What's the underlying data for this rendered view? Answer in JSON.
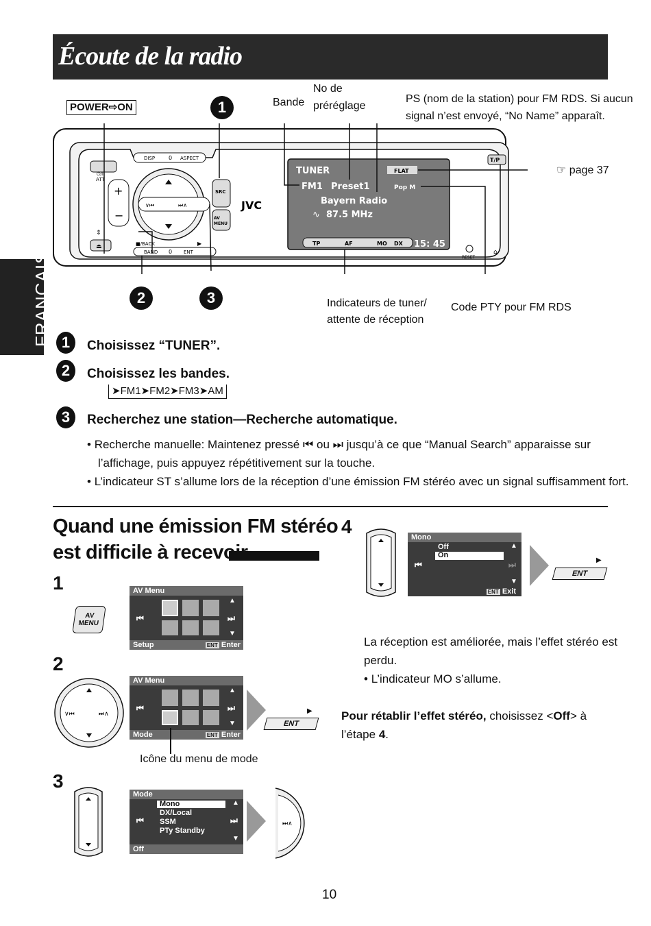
{
  "title": "Écoute de la radio",
  "side_tab": "FRANÇAIS",
  "diagram": {
    "power_label": "POWER⇨ON",
    "bande": "Bande",
    "preset_no_line1": "No de",
    "preset_no_line2": "préréglage",
    "ps_line1": "PS (nom de la station) pour FM RDS. Si aucun",
    "ps_line2": "signal n’est envoyé, “No Name” apparaît.",
    "page_ref": "☞ page 37",
    "indicators_line1": "Indicateurs de tuner/",
    "indicators_line2": "attente de réception",
    "pty_code": "Code PTY pour FM RDS",
    "callout1": "1",
    "callout2": "2",
    "callout3": "3",
    "unit": {
      "disp": "DISP",
      "aspect": "ASPECT",
      "src": "SRC",
      "av_menu": "AV MENU",
      "brand": "JVC",
      "back": "■/BACK",
      "band": "BAND",
      "ent": "ENT",
      "tp_key": "T/P",
      "reset": "RESET",
      "att": "ATT",
      "screen": {
        "tuner": "TUNER",
        "flat": "FLAT",
        "band": "FM1",
        "preset": "Preset1",
        "pty": "Pop M",
        "station": "Bayern Radio",
        "freq": "87.5 MHz",
        "tp": "TP",
        "af": "AF",
        "mo": "MO",
        "dx": "DX",
        "time": "15: 45"
      }
    }
  },
  "steps": [
    {
      "num": "1",
      "text": "Choisissez “TUNER”."
    },
    {
      "num": "2",
      "text": "Choisissez les bandes."
    },
    {
      "num": "3",
      "text": "Recherchez une station—Recherche automatique."
    }
  ],
  "band_cycle": [
    "FM1",
    "FM2",
    "FM3",
    "AM"
  ],
  "bullets": [
    "Recherche manuelle: Maintenez pressé ⏮ ou ⏭ jusqu’à ce que “Manual Search” apparaisse sur",
    "l’affichage, puis appuyez répétitivement sur la touche.",
    "L’indicateur ST s’allume lors de la réception d’une émission FM stéréo avec un signal suffisamment fort."
  ],
  "section2": {
    "heading_line1": "Quand une émission FM stéréo",
    "heading_line2": "est difficile à recevoir",
    "step_nums": [
      "1",
      "2",
      "3",
      "4"
    ],
    "av_menu_button": "AV MENU",
    "screen1": {
      "top": "AV Menu",
      "bottom": "Setup",
      "ent": "ENT",
      "enter": "Enter"
    },
    "screen2": {
      "top": "AV Menu",
      "bottom": "Mode",
      "ent": "ENT",
      "enter": "Enter"
    },
    "ent_label": "ENT",
    "mode_icon_caption": "Icône du menu de mode",
    "screen3": {
      "top": "Mode",
      "items": [
        "Mono",
        "DX/Local",
        "SSM",
        "PTy Standby"
      ],
      "bottom": "Off"
    },
    "screen4": {
      "top": "Mono",
      "items": [
        "Off",
        "On"
      ],
      "ent": "ENT",
      "exit": "Exit"
    },
    "result_line1": "La réception est améliorée, mais l’effet stéréo est",
    "result_line2": "perdu.",
    "result_bullet": "L’indicateur MO s’allume.",
    "restore_bold": "Pour rétablir l’effet stéréo,",
    "restore_text": " choisissez <",
    "restore_off": "Off",
    "restore_text2": "> à",
    "restore_line2": "l’étape ",
    "restore_step": "4",
    "restore_end": "."
  },
  "page_number": "10"
}
